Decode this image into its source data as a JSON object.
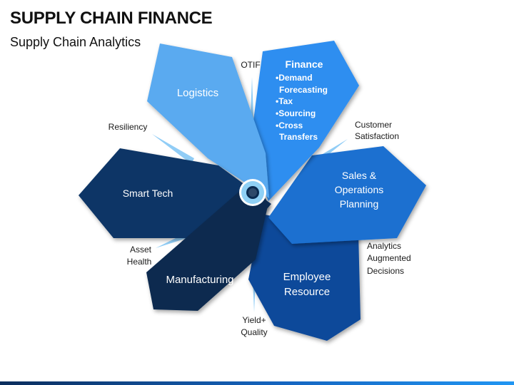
{
  "header": {
    "title": "SUPPLY CHAIN FINANCE",
    "subtitle": "Supply Chain Analytics"
  },
  "colors": {
    "petal_light": "#5aaaf0",
    "petal_bright": "#2e8ef0",
    "petal_mid": "#1a6fd0",
    "petal_deep": "#0d4a9a",
    "petal_navy": "#0a3566",
    "petal_dark": "#0a2a50",
    "ray": "#7ec4f5",
    "center_ring": "#8fd0f5",
    "center_core": "#0a2a50"
  },
  "icons": [
    "center-ring-icon"
  ],
  "petals": {
    "logistics": {
      "label": "Logistics"
    },
    "finance": {
      "title": "Finance",
      "bullets": [
        "•Demand",
        "Forecasting",
        "•Tax",
        "•Sourcing",
        "•Cross",
        "Transfers"
      ]
    },
    "sales": {
      "lines": [
        "Sales &",
        "Operations",
        "Planning"
      ]
    },
    "employee": {
      "lines": [
        "Employee",
        "Resource"
      ]
    },
    "manufacturing": {
      "label": "Manufacturing"
    },
    "smart_tech": {
      "label": "Smart Tech"
    }
  },
  "kpis": {
    "otif": [
      "OTIF"
    ],
    "customer_satisfaction": [
      "Customer",
      "Satisfaction"
    ],
    "analytics_decisions": [
      "Analytics",
      "Augmented",
      "Decisions"
    ],
    "yield_quality": [
      "Yield+",
      "Quality"
    ],
    "asset_health": [
      "Asset",
      "Health"
    ],
    "resiliency": [
      "Resiliency"
    ]
  }
}
